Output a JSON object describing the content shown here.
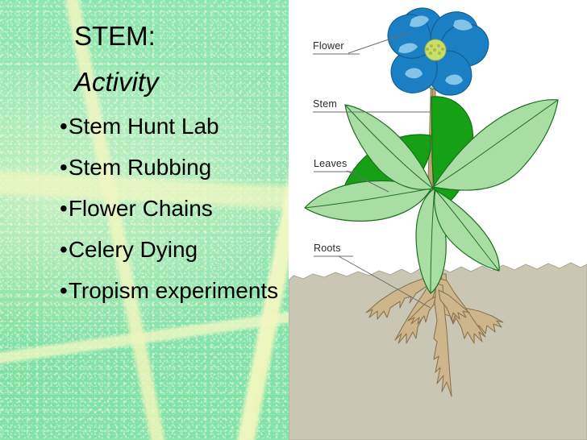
{
  "slide": {
    "title_line1": "STEM:",
    "title_line2": "Activity",
    "bullet_marker": "•",
    "bullets": [
      {
        "label": "Stem Hunt Lab"
      },
      {
        "label": "Stem Rubbing"
      },
      {
        "label": "Flower Chains"
      },
      {
        "label": "Celery Dying"
      },
      {
        "label": "Tropism experiments"
      }
    ],
    "background": {
      "name": "green-leaf-macro-photo",
      "base_color": "#7fe2ab",
      "vein_color": "#eef5c0"
    }
  },
  "diagram": {
    "name": "plant-parts-diagram",
    "panel_background": "#ffffff",
    "labels": [
      {
        "text": "Flower"
      },
      {
        "text": "Stem"
      },
      {
        "text": "Leaves"
      },
      {
        "text": "Roots"
      }
    ],
    "colors": {
      "flower_petal": "#1b7fc4",
      "flower_petal_light": "#8ecdec",
      "flower_center": "#c9dd6a",
      "leaf_light": "#a5dba2",
      "leaf_dark": "#16a016",
      "stem": "#b79c6e",
      "root": "#cdb храм",
      "soil": "#c9c6b4"
    }
  }
}
